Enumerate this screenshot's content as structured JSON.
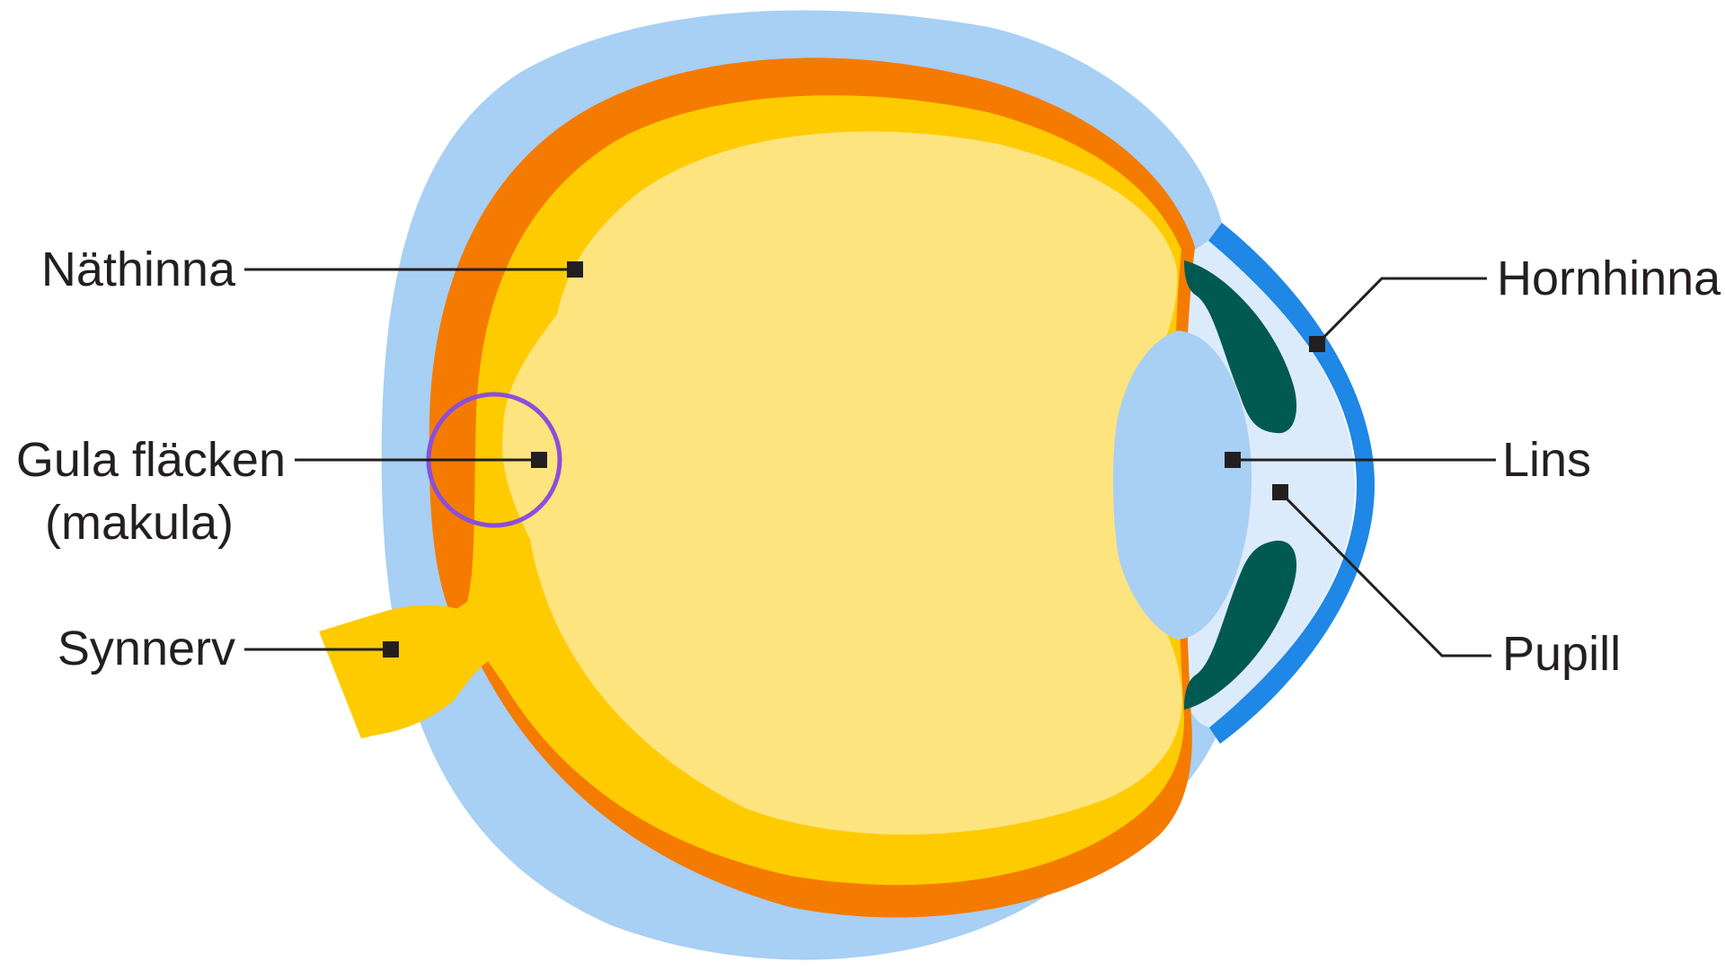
{
  "labels": {
    "retina": "Näthinna",
    "macula_line1": "Gula fläcken",
    "macula_line2": "(makula)",
    "optic_nerve": "Synnerv",
    "cornea": "Hornhinna",
    "lens": "Lins",
    "pupil": "Pupill"
  },
  "colors": {
    "sclera": "#a8cff4",
    "choroid": "#f47b00",
    "retina": "#fecb00",
    "vitreous": "#fde47e",
    "cornea": "#1f87e5",
    "aqueous": "#dcebfb",
    "lens": "#a8cff4",
    "iris": "#015a52",
    "macula_ring": "#8b4fd8",
    "marker": "#231f20"
  }
}
